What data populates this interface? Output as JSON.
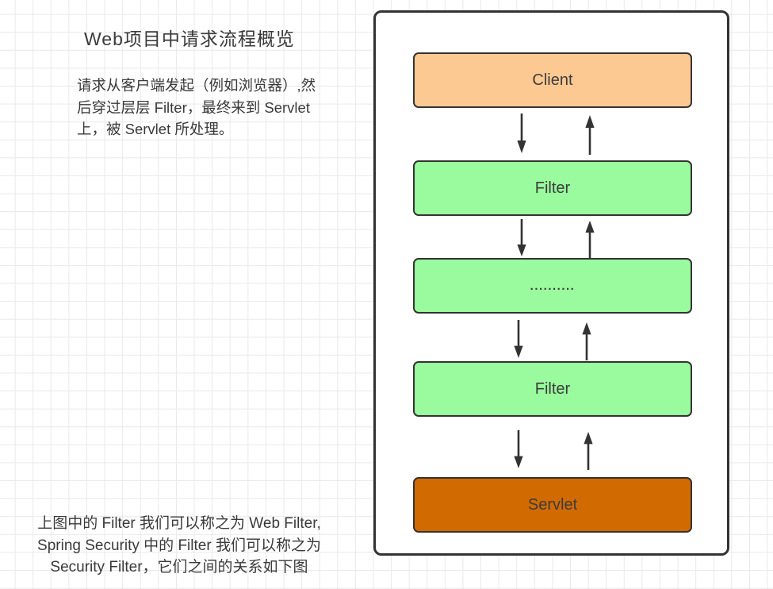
{
  "page": {
    "title": "Web项目中请求流程概览",
    "intro_lines": [
      "请求从客户端发起（例如浏览器）,然",
      "后穿过层层 Filter，最终来到 Servlet",
      "上，被 Servlet 所处理。"
    ],
    "footer_lines": [
      "上图中的 Filter 我们可以称之为 Web Filter,",
      "Spring Security 中的 Filter 我们可以称之为",
      "Security Filter，它们之间的关系如下图"
    ]
  },
  "diagram": {
    "nodes": [
      {
        "label": "Client",
        "fill": "#fdc993",
        "role": "client"
      },
      {
        "label": "Filter",
        "fill": "#99fb9d",
        "role": "filter"
      },
      {
        "label": "..........",
        "fill": "#99fb9d",
        "role": "ellipsis"
      },
      {
        "label": "Filter",
        "fill": "#99fb9d",
        "role": "filter"
      },
      {
        "label": "Servlet",
        "fill": "#d26a02",
        "role": "servlet"
      }
    ],
    "colors": {
      "border": "#333333",
      "arrow": "#333333",
      "text": "#3a3a3a",
      "grid_line": "#e9e9e9",
      "background": "#ffffff"
    }
  }
}
